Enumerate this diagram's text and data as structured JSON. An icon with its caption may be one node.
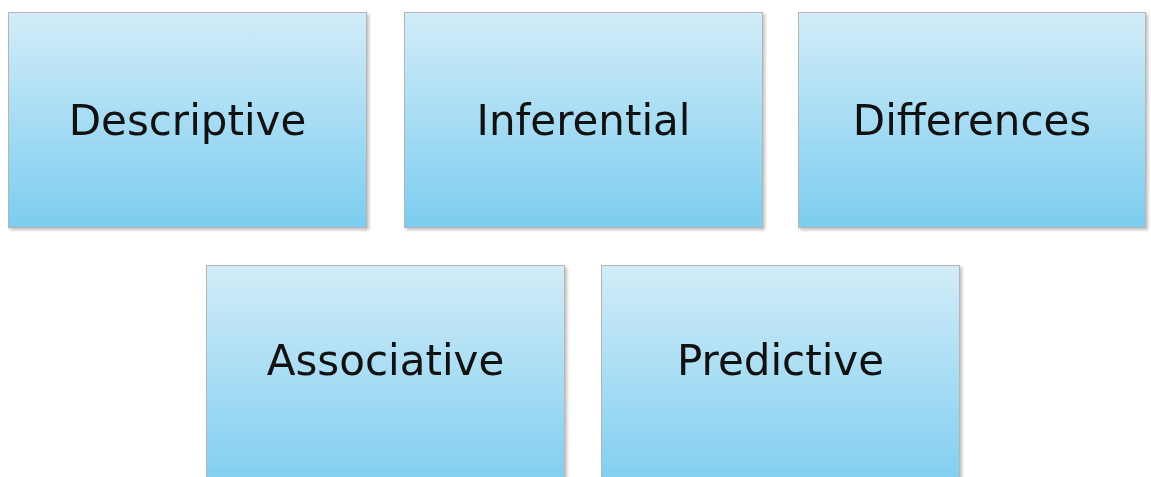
{
  "diagram": {
    "nodes": [
      {
        "text": [
          "Descriptive"
        ]
      },
      {
        "text": [
          "Inferential"
        ]
      },
      {
        "text": [
          "Differences"
        ]
      },
      {
        "text": [
          "Associative"
        ]
      },
      {
        "text": [
          "Predictive"
        ]
      }
    ]
  }
}
